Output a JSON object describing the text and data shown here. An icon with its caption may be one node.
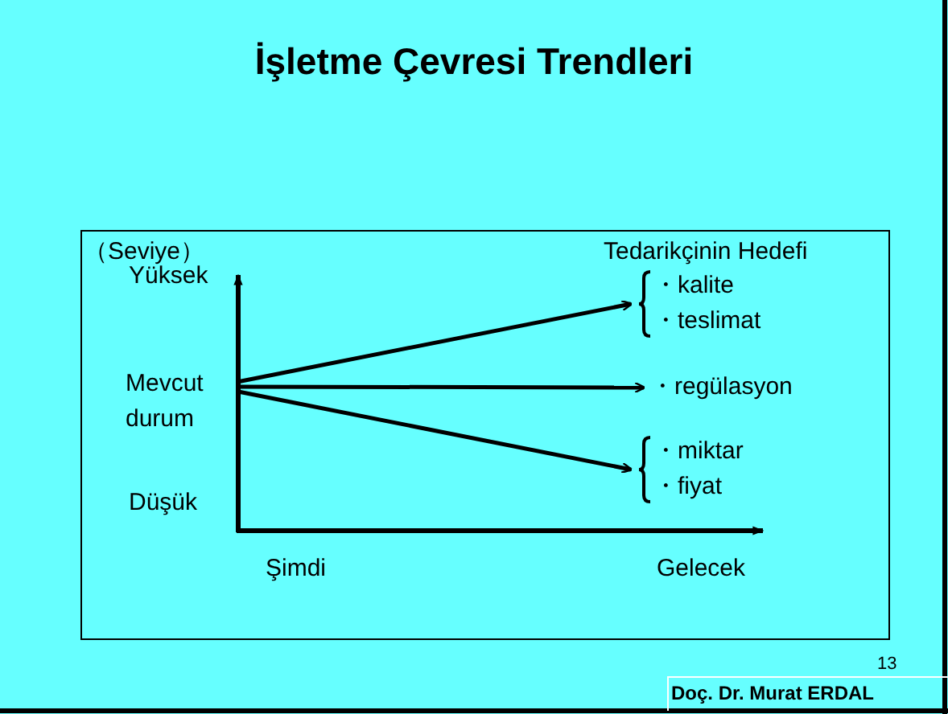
{
  "diagram": {
    "title": "İşletme Çevresi Trendleri",
    "nodes": [
      {
        "text": [
          "Mevcut durum"
        ]
      },
      {
        "text": [
          "・kalite",
          "・teslimat"
        ]
      },
      {
        "text": [
          "・regülasyon"
        ]
      },
      {
        "text": [
          "・miktar",
          "・fiyat"
        ]
      }
    ],
    "edges": [
      {
        "from": 0,
        "to": 1,
        "arrow": "to"
      },
      {
        "from": 0,
        "to": 2,
        "arrow": "to"
      },
      {
        "from": 0,
        "to": 3,
        "arrow": "to"
      }
    ],
    "labels": [
      "（Seviye）",
      "Tedarikçinin Hedefi",
      "Yüksek",
      "Düşük",
      "Şimdi",
      "Gelecek",
      "13",
      "Doç. Dr. Murat ERDAL"
    ]
  }
}
